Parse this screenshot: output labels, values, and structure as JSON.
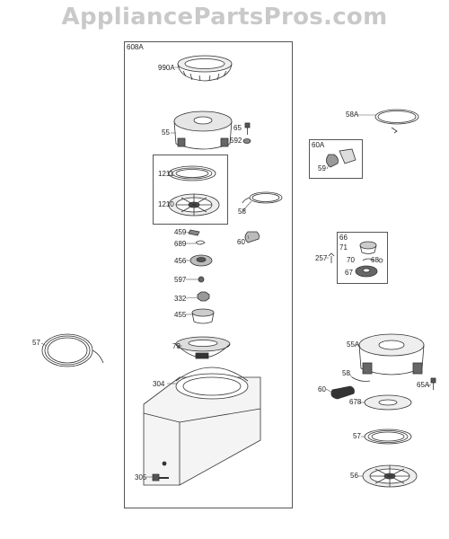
{
  "watermark": "AppliancePartsPros.com",
  "labels": {
    "l608a": "608A",
    "l990a": "990A",
    "l55": "55",
    "l65": "65",
    "l592": "592",
    "l1211": "1211",
    "l1210": "1210",
    "l58a": "58",
    "l459": "459",
    "l689": "689",
    "l60a": "60",
    "l456": "456",
    "l597": "597",
    "l332": "332",
    "l455": "455",
    "l73": "73",
    "l304": "304",
    "l305": "305",
    "l57a": "57",
    "l58A": "58A",
    "l60A": "60A",
    "l59": "59",
    "l66": "66",
    "l71": "71",
    "l70": "70",
    "l68": "68",
    "l67": "67",
    "l257": "257",
    "l55A": "55A",
    "l58b": "58",
    "l60b": "60",
    "l65A": "65A",
    "l678": "678",
    "l57b": "57",
    "l56": "56"
  }
}
